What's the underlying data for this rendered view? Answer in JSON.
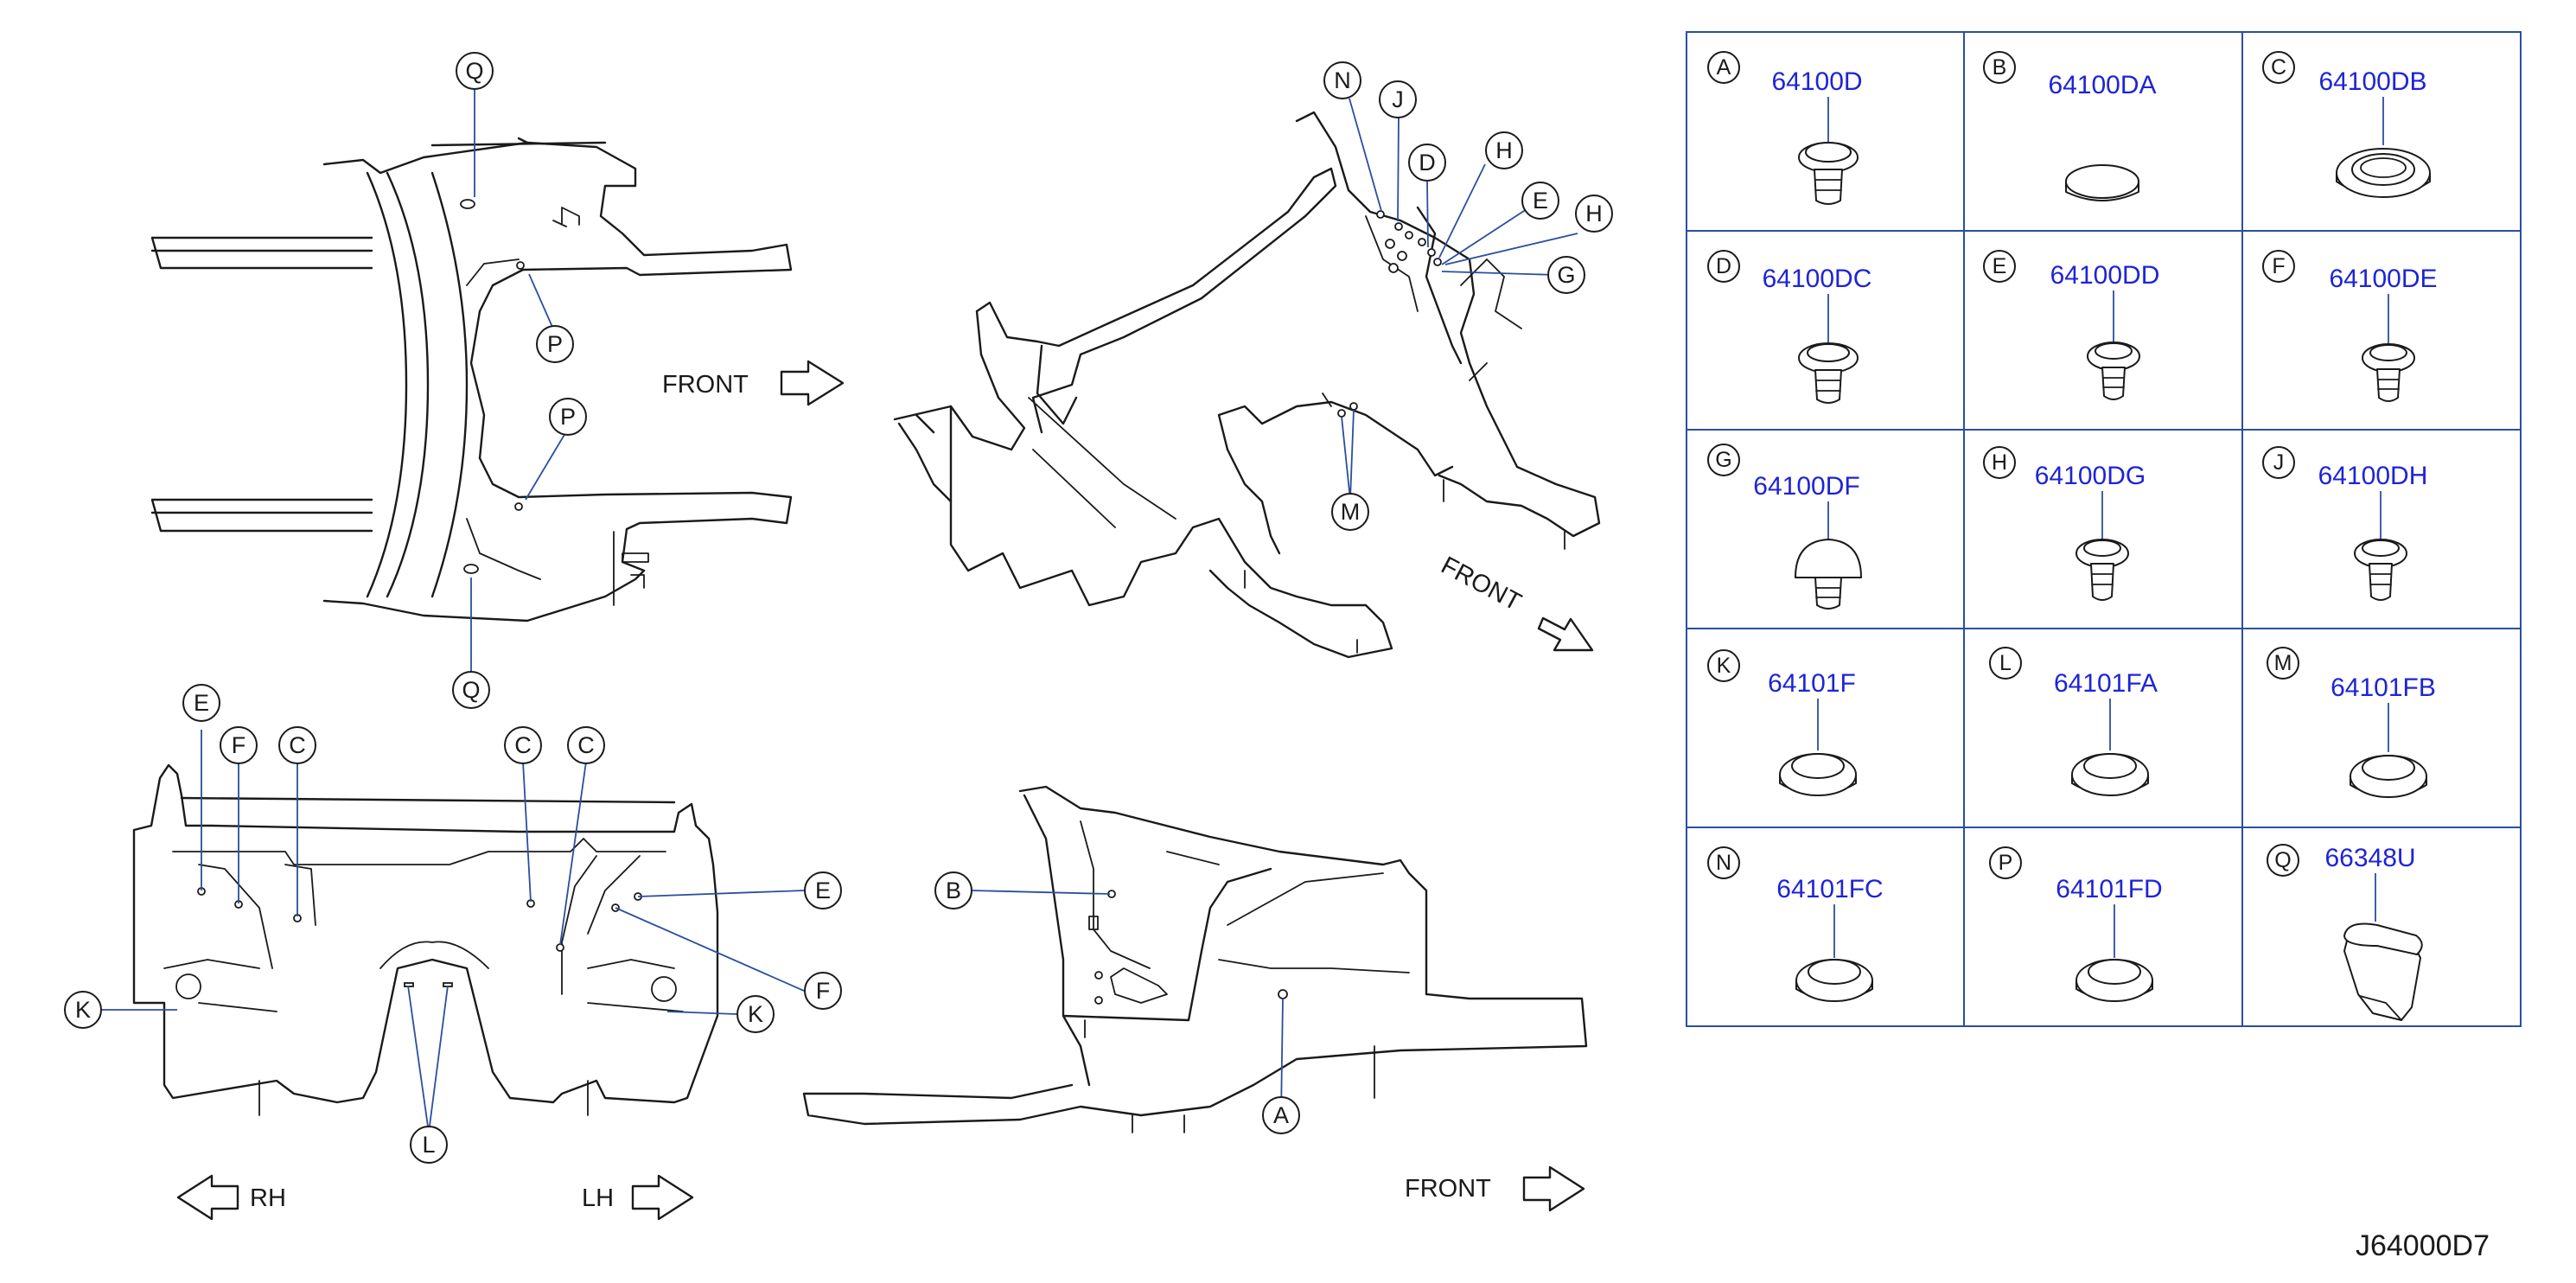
{
  "callouts": {
    "q_top": "Q",
    "p_upper": "P",
    "p_lower": "P",
    "q_bottom": "Q",
    "n": "N",
    "j": "J",
    "d": "D",
    "h1": "H",
    "e_tr": "E",
    "h2": "H",
    "g": "G",
    "m": "M",
    "e_bl": "E",
    "f_bl": "F",
    "c_bl1": "C",
    "c_bl2": "C",
    "c_bl3": "C",
    "e_br": "E",
    "f_br": "F",
    "k_left": "K",
    "k_right": "K",
    "l": "L",
    "b": "B",
    "a": "A"
  },
  "labels": {
    "front_top": "FRONT",
    "front_middle": "FRONT",
    "front_bottom": "FRONT",
    "rh": "RH",
    "lh": "LH"
  },
  "parts": [
    {
      "letter": "A",
      "number": "64100D"
    },
    {
      "letter": "B",
      "number": "64100DA"
    },
    {
      "letter": "C",
      "number": "64100DB"
    },
    {
      "letter": "D",
      "number": "64100DC"
    },
    {
      "letter": "E",
      "number": "64100DD"
    },
    {
      "letter": "F",
      "number": "64100DE"
    },
    {
      "letter": "G",
      "number": "64100DF"
    },
    {
      "letter": "H",
      "number": "64100DG"
    },
    {
      "letter": "J",
      "number": "64100DH"
    },
    {
      "letter": "K",
      "number": "64101F"
    },
    {
      "letter": "L",
      "number": "64101FA"
    },
    {
      "letter": "M",
      "number": "64101FB"
    },
    {
      "letter": "N",
      "number": "64101FC"
    },
    {
      "letter": "P",
      "number": "64101FD"
    },
    {
      "letter": "Q",
      "number": "66348U"
    }
  ],
  "diagram_code": "J64000D7",
  "colors": {
    "part_number": "#1e24d6",
    "leader": "#2a4f9e",
    "grid": "#2a4f9e",
    "ink": "#1a1a1a"
  }
}
